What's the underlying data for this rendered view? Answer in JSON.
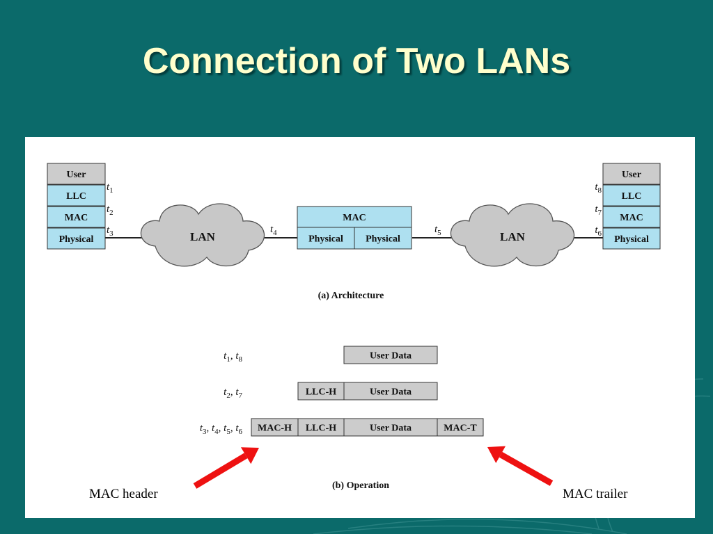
{
  "slide": {
    "title": "Connection of Two LANs"
  },
  "architecture": {
    "left_stack": [
      "User",
      "LLC",
      "MAC",
      "Physical"
    ],
    "right_stack": [
      "User",
      "LLC",
      "MAC",
      "Physical"
    ],
    "bridge_top": "MAC",
    "bridge_bottom": [
      "Physical",
      "Physical"
    ],
    "cloud_label": "LAN",
    "left_times": [
      {
        "t": "t",
        "s": "1"
      },
      {
        "t": "t",
        "s": "2"
      },
      {
        "t": "t",
        "s": "3"
      }
    ],
    "right_times": [
      {
        "t": "t",
        "s": "8"
      },
      {
        "t": "t",
        "s": "7"
      },
      {
        "t": "t",
        "s": "6"
      }
    ],
    "link_times": [
      {
        "t": "t",
        "s": "4"
      },
      {
        "t": "t",
        "s": "5"
      }
    ],
    "caption": "(a) Architecture"
  },
  "operation": {
    "rows": [
      {
        "times": [
          {
            "t": "t",
            "s": "1"
          },
          {
            "t": "t",
            "s": "8"
          }
        ],
        "fields": [
          "User Data"
        ]
      },
      {
        "times": [
          {
            "t": "t",
            "s": "2"
          },
          {
            "t": "t",
            "s": "7"
          }
        ],
        "fields": [
          "LLC-H",
          "User Data"
        ]
      },
      {
        "times": [
          {
            "t": "t",
            "s": "3"
          },
          {
            "t": "t",
            "s": "4"
          },
          {
            "t": "t",
            "s": "5"
          },
          {
            "t": "t",
            "s": "6"
          }
        ],
        "fields": [
          "MAC-H",
          "LLC-H",
          "User Data",
          "MAC-T"
        ]
      }
    ],
    "caption": "(b) Operation"
  },
  "callouts": {
    "mac_header": "MAC header",
    "mac_trailer": "MAC trailer"
  },
  "colors": {
    "background": "#0b6a6a",
    "title": "#ffffcc",
    "user_box": "#cccccc",
    "protocol_box": "#aee0f0",
    "cloud": "#c8c8c8",
    "arrow": "#ee1111"
  }
}
